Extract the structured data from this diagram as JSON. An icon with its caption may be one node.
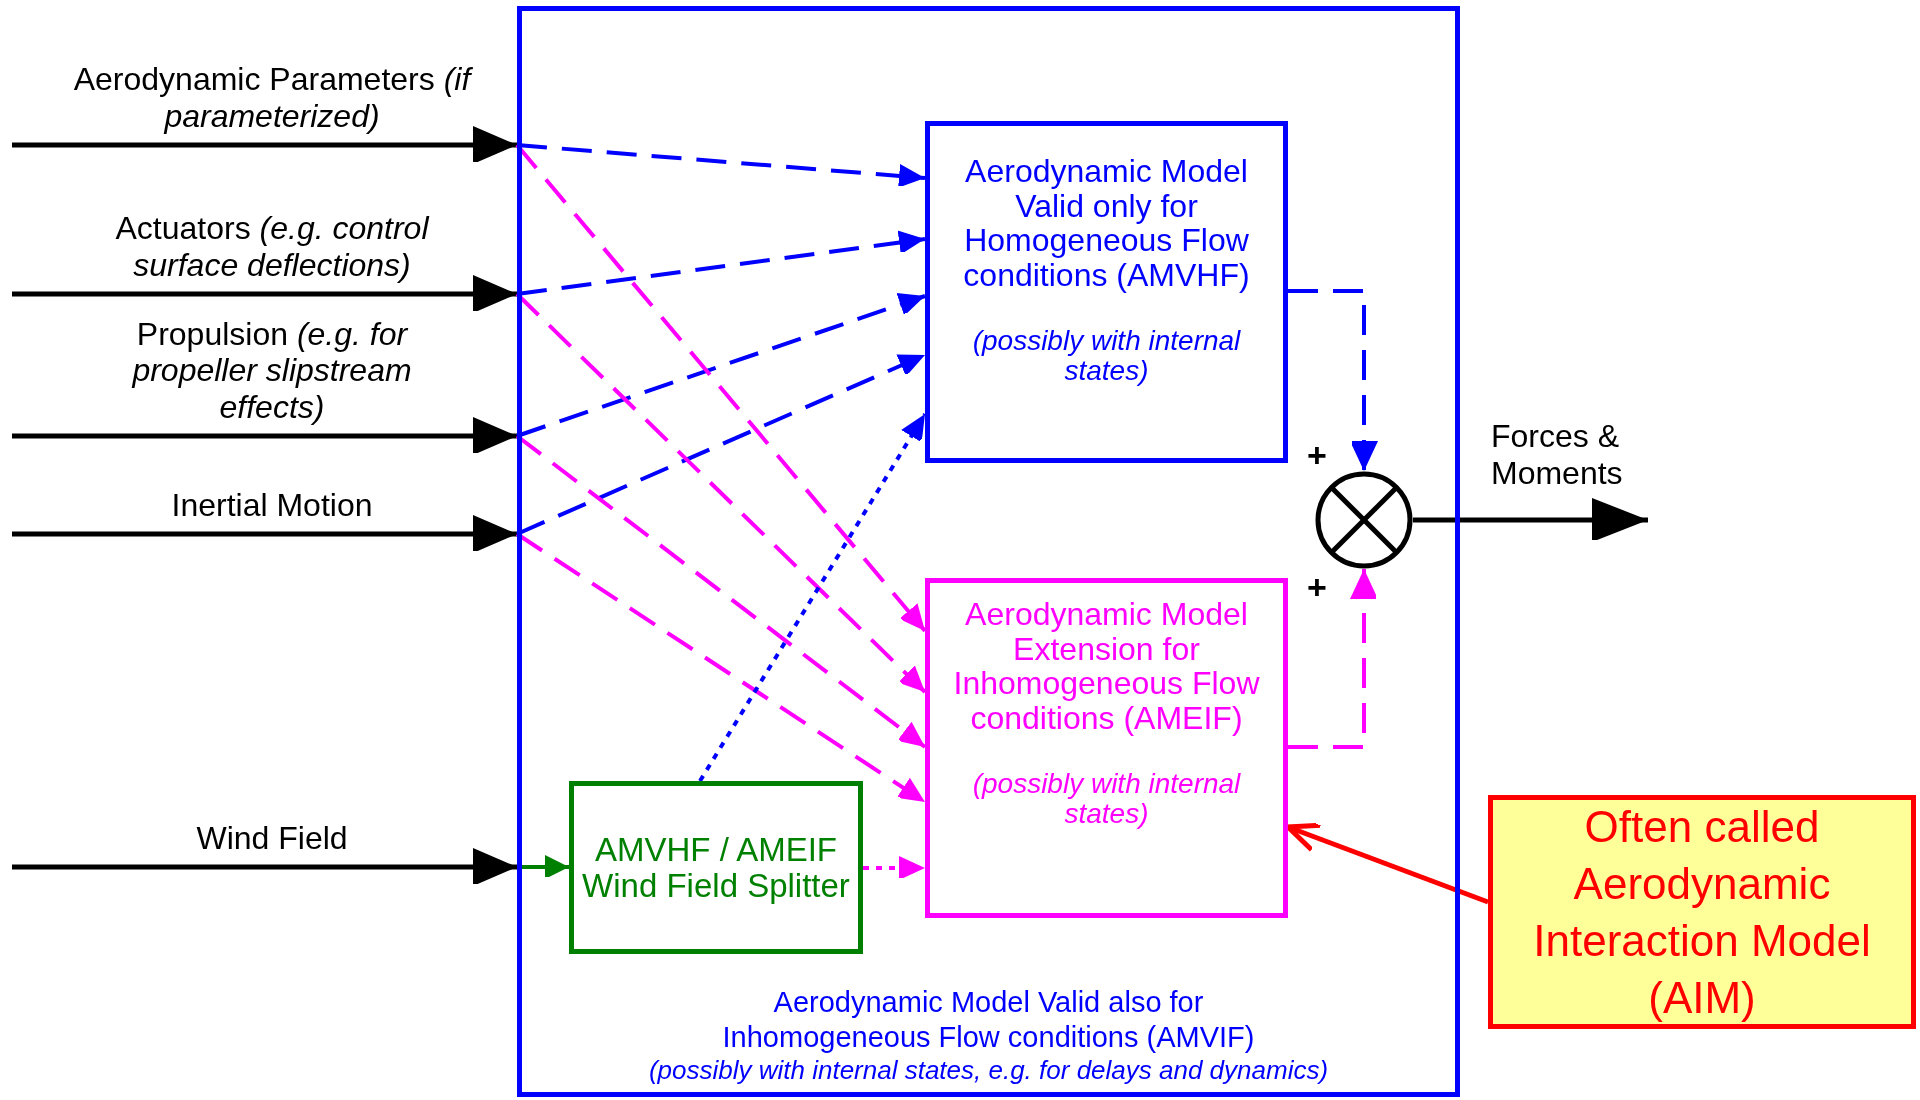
{
  "diagram": {
    "nodes": [
      {
        "text": [
          "Aerodynamic Model Valid also for Inhomogeneous Flow conditions (AMVIF)",
          "(possibly with internal states, e.g. for delays and dynamics)"
        ]
      },
      {
        "text": [
          "Aerodynamic Model Valid only for Homogeneous Flow conditions (AMVHF)",
          "(possibly with internal states)"
        ],
        "in": 0
      },
      {
        "text": [
          "Aerodynamic Model Extension for Inhomogeneous Flow conditions (AMEIF)",
          "(possibly with internal states)"
        ],
        "in": 0
      },
      {
        "text": [
          "AMVHF / AMEIF Wind Field Splitter"
        ],
        "in": 0
      },
      {
        "text": [],
        "shape": "circle",
        "in": 0,
        "beside": [
          "+",
          "+"
        ]
      },
      {
        "text": [
          "Often called Aerodynamic Interaction Model (AIM)"
        ]
      }
    ],
    "edges": [
      {
        "from": null,
        "to": 0,
        "arrow": "to",
        "label": "Aerodynamic Parameters *(if parameterized)*"
      },
      {
        "from": null,
        "to": 0,
        "arrow": "to",
        "label": "Actuators *(e.g. control surface deflections)*"
      },
      {
        "from": null,
        "to": 0,
        "arrow": "to",
        "label": "Propulsion *(e.g. for propeller slipstream effects)*"
      },
      {
        "from": null,
        "to": 0,
        "arrow": "to",
        "label": "Inertial Motion"
      },
      {
        "from": null,
        "to": 0,
        "arrow": "to",
        "label": "Wind Field"
      },
      {
        "from": 0,
        "to": 1,
        "arrow": "to",
        "style": "dashed",
        "color": "#0000ff"
      },
      {
        "from": 0,
        "to": 1,
        "arrow": "to",
        "style": "dashed",
        "color": "#0000ff"
      },
      {
        "from": 0,
        "to": 1,
        "arrow": "to",
        "style": "dashed",
        "color": "#0000ff"
      },
      {
        "from": 0,
        "to": 1,
        "arrow": "to",
        "style": "dashed",
        "color": "#0000ff"
      },
      {
        "from": 0,
        "to": 2,
        "arrow": "to",
        "style": "dashed",
        "color": "#ff00ff"
      },
      {
        "from": 0,
        "to": 2,
        "arrow": "to",
        "style": "dashed",
        "color": "#ff00ff"
      },
      {
        "from": 0,
        "to": 2,
        "arrow": "to",
        "style": "dashed",
        "color": "#ff00ff"
      },
      {
        "from": 0,
        "to": 2,
        "arrow": "to",
        "style": "dashed",
        "color": "#ff00ff"
      },
      {
        "from": 0,
        "to": 3,
        "arrow": "to",
        "color": "#008000"
      },
      {
        "from": 3,
        "to": 1,
        "arrow": "to",
        "style": "dashed",
        "color": "#0000ff"
      },
      {
        "from": 3,
        "to": 2,
        "arrow": "to",
        "style": "dashed",
        "color": "#ff00ff"
      },
      {
        "from": 1,
        "to": 4,
        "arrow": "to",
        "style": "dashed",
        "color": "#0000ff"
      },
      {
        "from": 2,
        "to": 4,
        "arrow": "to",
        "style": "dashed",
        "color": "#ff00ff"
      },
      {
        "from": 4,
        "to": null,
        "arrow": "to",
        "label": "Forces & Moments"
      },
      {
        "from": 5,
        "to": 2,
        "arrow": "to",
        "color": "#ff0000"
      }
    ]
  }
}
